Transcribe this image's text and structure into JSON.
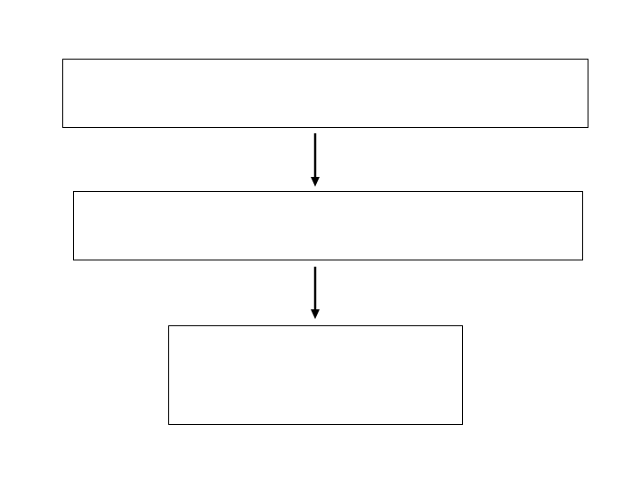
{
  "diagram": {
    "nodes": [
      {
        "id": "step-1",
        "text": ""
      },
      {
        "id": "step-2",
        "text": ""
      },
      {
        "id": "step-3",
        "text": ""
      }
    ],
    "edges": [
      {
        "from": "step-1",
        "to": "step-2"
      },
      {
        "from": "step-2",
        "to": "step-3"
      }
    ],
    "colors": {
      "stroke": "#000000",
      "fill": "#ffffff"
    }
  }
}
